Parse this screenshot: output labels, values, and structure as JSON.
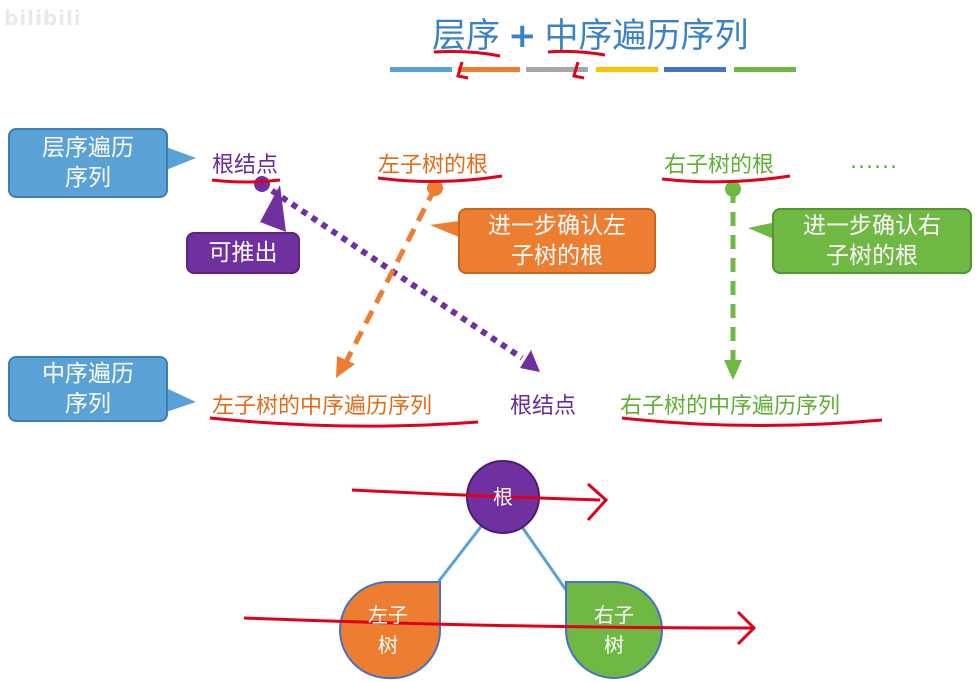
{
  "watermark": "bilibili",
  "title": {
    "part1": "层序",
    "plus": "+",
    "part2": "中序遍历序列"
  },
  "colors": {
    "blue": "#5aa1d6",
    "purple": "#7030a0",
    "orange": "#ec7d31",
    "green": "#70b844",
    "red_ink": "#e0001a",
    "gray": "#a6a6a6",
    "yellow": "#ffc000",
    "navy": "#4472c4"
  },
  "level_order": {
    "callout": "层序遍历\n序列",
    "root": "根结点",
    "left_root": "左子树的根",
    "right_root": "右子树的根",
    "ellipsis": "......"
  },
  "in_order": {
    "callout": "中序遍历\n序列",
    "left_seq": "左子树的中序遍历序列",
    "root": "根结点",
    "right_seq": "右子树的中序遍历序列"
  },
  "callouts": {
    "derivable": "可推出",
    "confirm_left": "进一步确认左\n子树的根",
    "confirm_right": "进一步确认右\n子树的根"
  },
  "tree": {
    "root": "根",
    "left": "左子\n树",
    "right": "右子\n树"
  }
}
